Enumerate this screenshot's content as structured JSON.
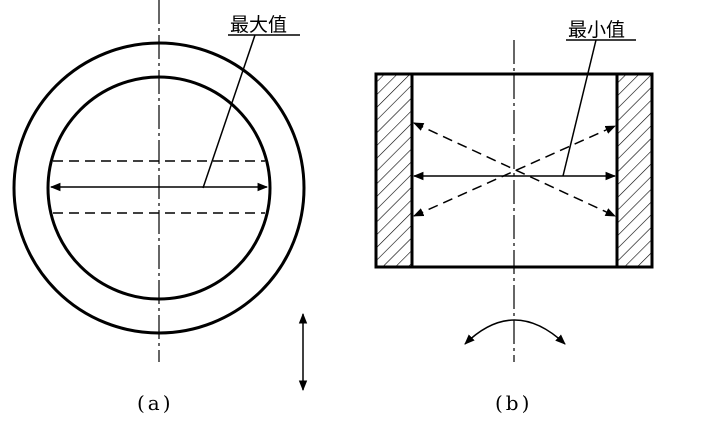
{
  "figure_a": {
    "annotation": "最大值",
    "caption": "(a)"
  },
  "figure_b": {
    "annotation": "最小值",
    "caption": "(b)"
  },
  "colors": {
    "ink": "#000000",
    "background": "#ffffff"
  }
}
